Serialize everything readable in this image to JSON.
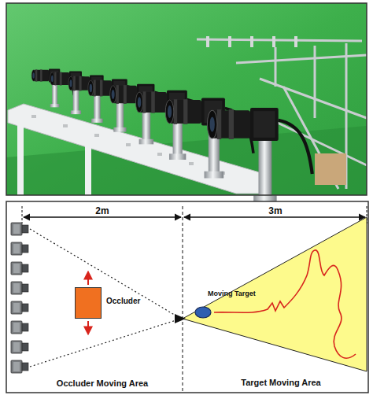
{
  "diagram": {
    "nodes": [
      {
        "text": [
          "Occluder"
        ]
      },
      {
        "text": [
          "Target Moving Area"
        ]
      },
      {
        "text": [
          "Moving Target"
        ],
        "in": 1
      }
    ],
    "labels": [
      "2m",
      "3m",
      "Occluder Moving Area"
    ]
  }
}
